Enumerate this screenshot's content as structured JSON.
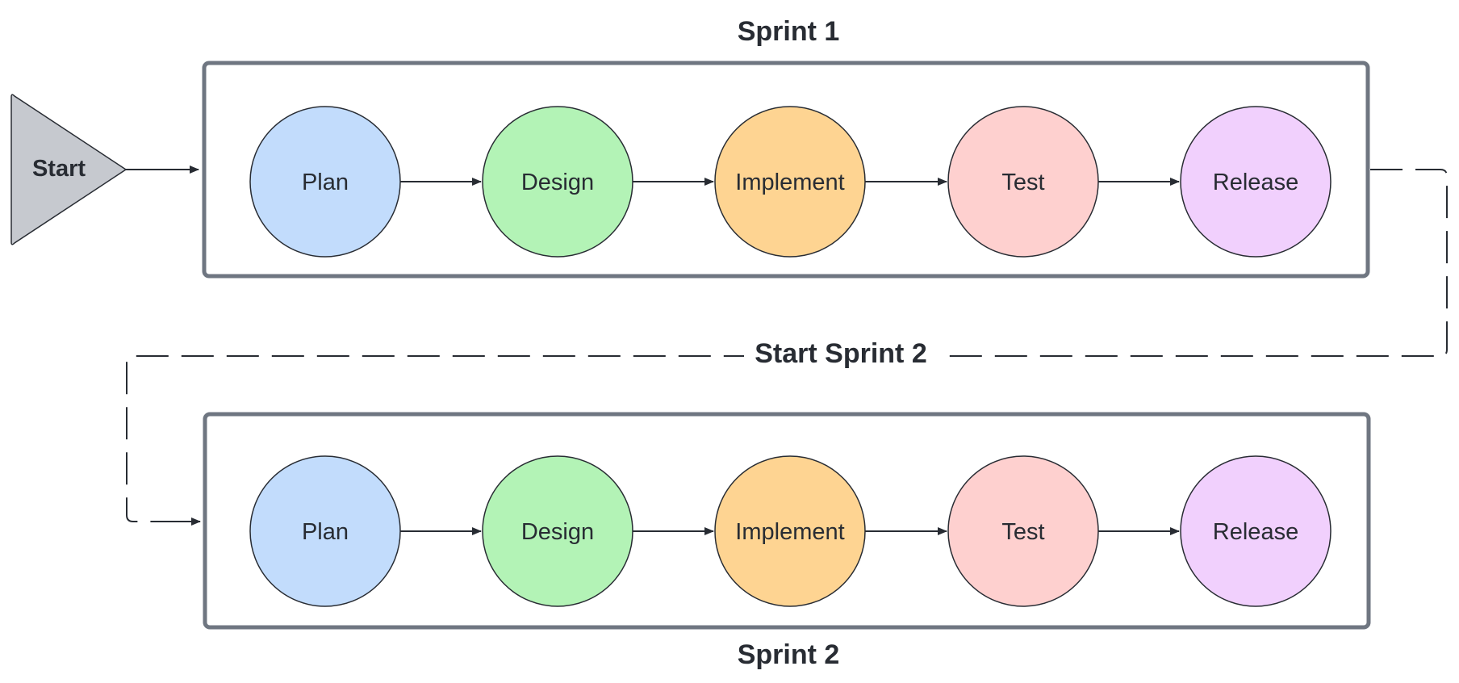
{
  "start": {
    "label": "Start"
  },
  "sprints": [
    {
      "title": "Sprint 1",
      "stages": [
        "Plan",
        "Design",
        "Implement",
        "Test",
        "Release"
      ]
    },
    {
      "title": "Sprint 2",
      "stages": [
        "Plan",
        "Design",
        "Implement",
        "Test",
        "Release"
      ]
    }
  ],
  "transition": {
    "label": "Start Sprint 2"
  },
  "colors": {
    "stage_fills": [
      "#c2dcfc",
      "#b3f3b6",
      "#fed492",
      "#fed0cf",
      "#f1d0fd"
    ],
    "start_fill": "#c6c9cf",
    "frame_stroke": "#6f7681",
    "ink": "#282c33"
  }
}
